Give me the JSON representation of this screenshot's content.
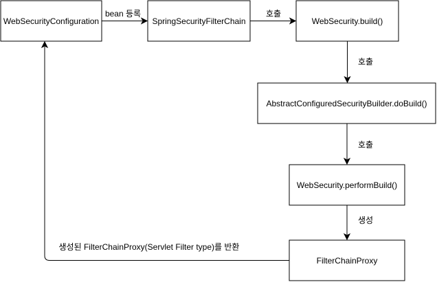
{
  "nodes": {
    "web_security_configuration": "WebSecurityConfiguration",
    "spring_security_filter_chain": "SpringSecurityFilterChain",
    "web_security_build": "WebSecurity.build()",
    "abstract_configured_security_builder": "AbstractConfiguredSecurityBuilder.doBuild()",
    "web_security_perform_build": "WebSecurity.performBuild()",
    "filter_chain_proxy": "FilterChainProxy"
  },
  "edges": {
    "bean_register": "bean 등록",
    "call_1": "호출",
    "call_2": "호출",
    "call_3": "호출",
    "create": "생성",
    "return": "생성된 FilterChainProxy(Servlet Filter type)를 반환"
  },
  "colors": {
    "stroke": "#000000",
    "fill": "#ffffff"
  }
}
